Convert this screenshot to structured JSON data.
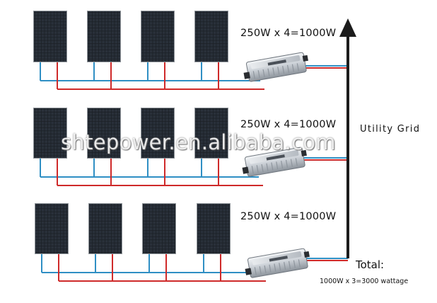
{
  "rows": [
    {
      "label": "250W x 4=1000W"
    },
    {
      "label": "250W x 4=1000W"
    },
    {
      "label": "250W x 4=1000W"
    }
  ],
  "grid_label": "Utility Grid",
  "total": {
    "label": "Total:",
    "detail": "1000W x 3=3000 wattage"
  },
  "watermark": "shtepower.en.alibaba.com",
  "panels_per_row": 4,
  "colors": {
    "panel_cell": "#1b2026",
    "panel_frame": "#8f9499",
    "positive_wire": "#cf2a2a",
    "negative_wire": "#2f8fc4",
    "grid_line": "#1c1c1c",
    "inverter_body": "#d3d7dc"
  }
}
